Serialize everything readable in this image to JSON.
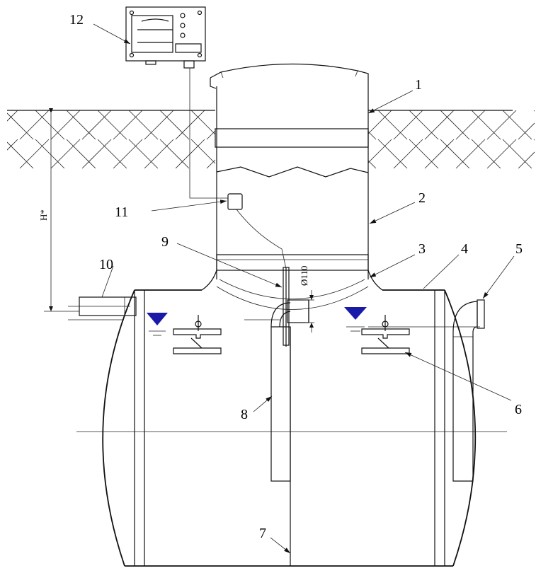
{
  "callouts": [
    {
      "id": "1",
      "label": "1"
    },
    {
      "id": "2",
      "label": "2"
    },
    {
      "id": "3",
      "label": "3"
    },
    {
      "id": "4",
      "label": "4"
    },
    {
      "id": "5",
      "label": "5"
    },
    {
      "id": "6",
      "label": "6"
    },
    {
      "id": "7",
      "label": "7"
    },
    {
      "id": "8",
      "label": "8"
    },
    {
      "id": "9",
      "label": "9"
    },
    {
      "id": "10",
      "label": "10"
    },
    {
      "id": "11",
      "label": "11"
    },
    {
      "id": "12",
      "label": "12"
    }
  ],
  "dimensions": {
    "height_label": "H*",
    "pipe_diameter_label": "Ø110"
  },
  "colors": {
    "line": "#111111",
    "water_marker": "#1a1aa8",
    "water_line": "#2b2bd0"
  },
  "icons": {
    "water_level": "inverted-triangle-marker",
    "ground": "soil-hatch"
  }
}
